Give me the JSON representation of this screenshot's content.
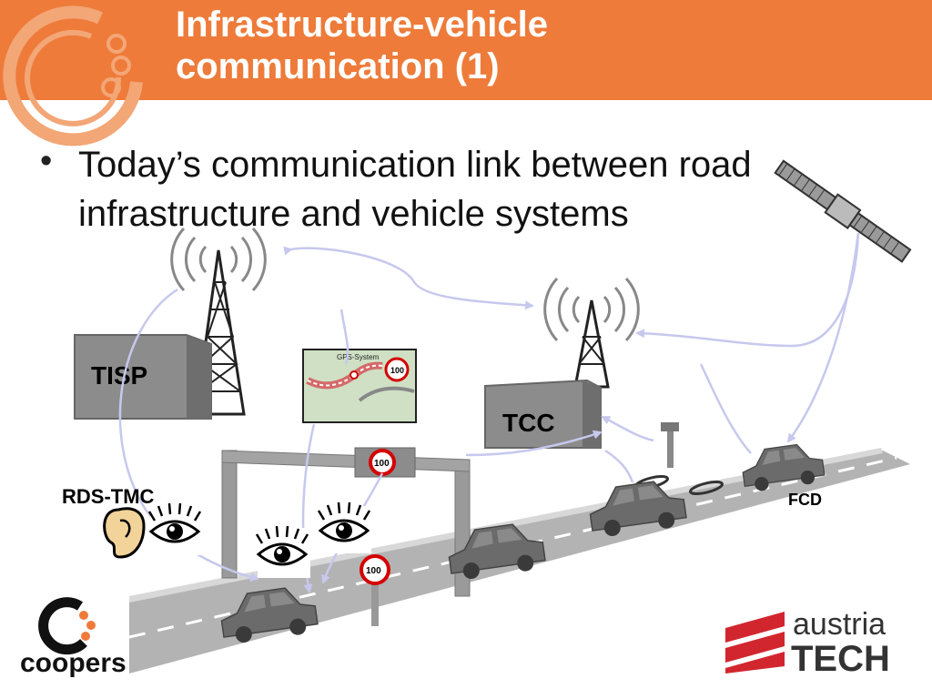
{
  "slide": {
    "title_line1": "Infrastructure-vehicle",
    "title_line2": "communication (1)",
    "bullet": "Today’s communication link between road infrastructure and vehicle systems"
  },
  "diagram": {
    "labels": {
      "tisp": "TISP",
      "tcc": "TCC",
      "rds_tmc": "RDS-TMC",
      "fcd": "FCD",
      "gps_system": "GPS-System",
      "speed_limit": "100"
    }
  },
  "logos": {
    "coopers": "coopers",
    "austria": "austria",
    "tech": "TECH"
  },
  "colors": {
    "header": "#ee7b3a",
    "arrow": "#c6c8ee",
    "road": "#aaaaaa",
    "box": "#8c8c8c",
    "austria_red": "#d2262e"
  }
}
